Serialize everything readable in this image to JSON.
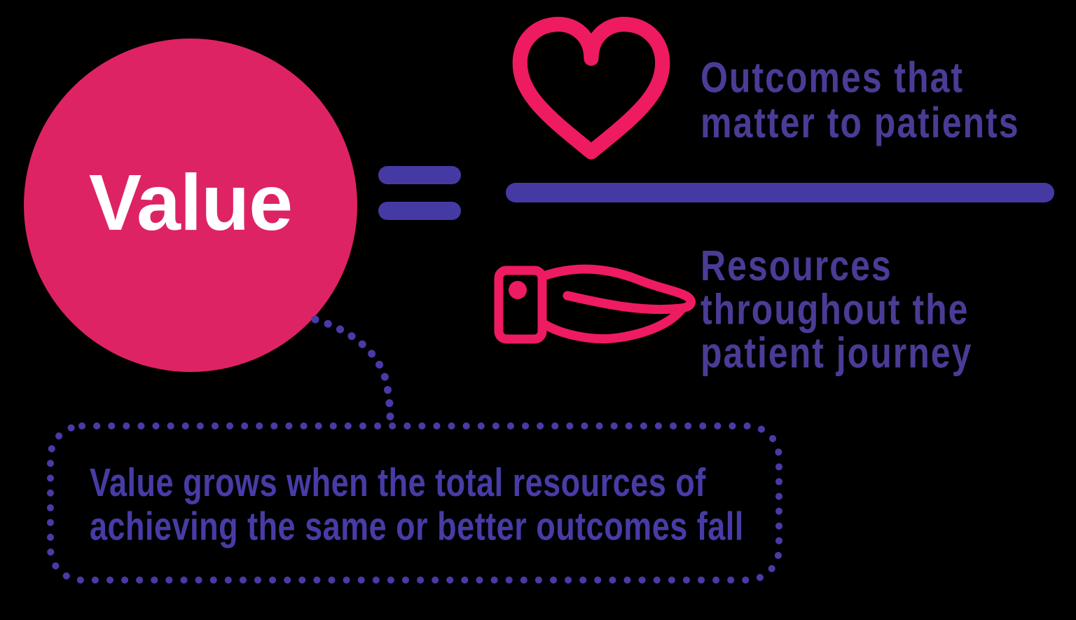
{
  "background": "#000000",
  "colors": {
    "circle_pink": "#DE2365",
    "icon_pink": "#EE1B61",
    "indigo_shapes": "#453AA4",
    "purple_text": "#4A3C96",
    "callout_purple": "#473CA6",
    "value_text": "#FFFFFF"
  },
  "equation": {
    "value_label": "Value",
    "equals_icon": "equals-sign",
    "numerator": {
      "icon": "heart-icon",
      "lines": [
        "Outcomes that",
        "matter to patients"
      ]
    },
    "denominator": {
      "icon": "hand-giving-icon",
      "lines": [
        "Resources",
        "throughout the",
        "patient journey"
      ]
    }
  },
  "callout": {
    "lines": [
      "Value grows when the total resources of",
      "achieving the same or better outcomes fall"
    ]
  }
}
